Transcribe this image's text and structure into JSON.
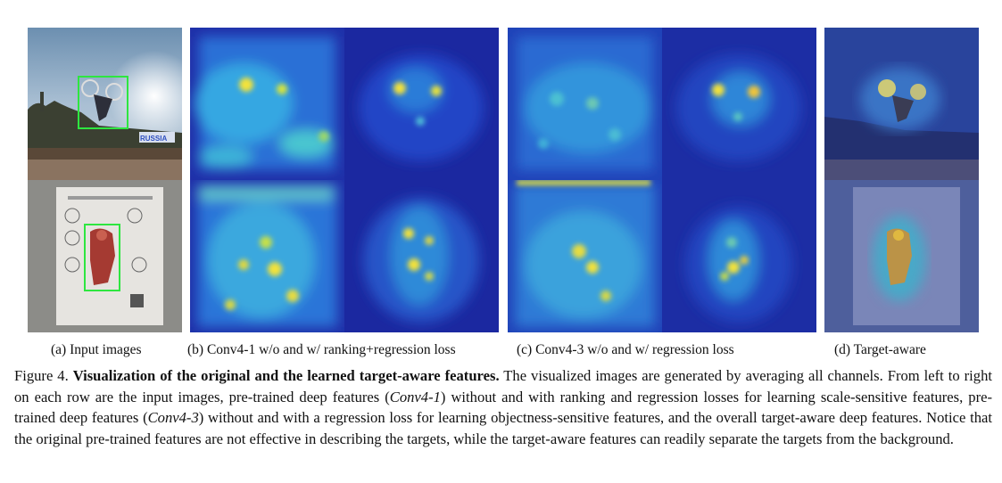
{
  "subcaptions": {
    "a": "(a)  Input images",
    "b": "(b)  Conv4-1 w/o and w/ ranking+regression loss",
    "c": "(c)  Conv4-3 w/o and w/ regression loss",
    "d": "(d)  Target-aware"
  },
  "caption": {
    "label": "Figure 4.",
    "title": "Visualization of the original and the learned target-aware features.",
    "p1": "The visualized images are generated by averaging all channels. From left to right on each row are the input images, pre-trained deep features (",
    "em1": "Conv4-1",
    "p2": ") without and with ranking and regression losses for learning scale-sensitive features, pre-trained deep features (",
    "em2": "Conv4-3",
    "p3": ") without and with a regression loss for learning objectness-sensitive features, and the overall target-aware deep features. Notice that the original pre-trained features are not effective in describing the targets, while the target-aware features can readily separate the targets from the background."
  },
  "input_images": {
    "row1_banner_text": "RUSSIA"
  },
  "colors": {
    "heat_low": "#1a2a9e",
    "heat_mid": "#28a0e8",
    "heat_high": "#f3e23a",
    "bbox": "#2ee640"
  }
}
